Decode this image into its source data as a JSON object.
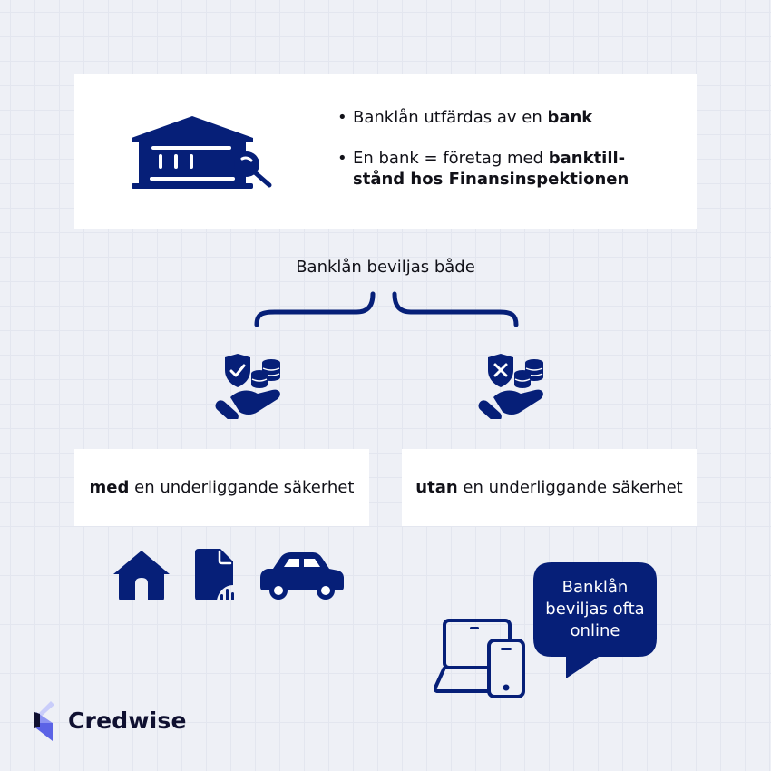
{
  "top_card": {
    "icon": "bank-search-icon",
    "bullets": [
      {
        "text": "Banklån utfärdas av en ",
        "bold": "bank",
        "tail": ""
      },
      {
        "text": "En bank = företag med ",
        "bold": "banktill-stånd hos Finansinspektionen",
        "tail": ""
      }
    ],
    "bullet_symbol": "•"
  },
  "split": {
    "label": "Banklån beviljas både",
    "options": [
      {
        "icon": "secured-loan-icon",
        "bold": "med",
        "text": " en underliggande säkerhet"
      },
      {
        "icon": "unsecured-loan-icon",
        "bold": "utan",
        "text": " en underliggande säkerhet"
      }
    ]
  },
  "collateral_icons": [
    "house-icon",
    "document-icon",
    "car-icon"
  ],
  "online": {
    "icon": "laptop-phone-icon",
    "bubble_text": "Banklån beviljas ofta online"
  },
  "brand": {
    "name": "Credwise",
    "logo": "credwise-logo-icon"
  },
  "colors": {
    "navy": "#061f78",
    "background": "#eef0f6",
    "card": "#ffffff",
    "text": "#111118",
    "logo_light": "#c9cdfa",
    "logo_mid": "#8c93f2",
    "logo_dark": "#5b63e6"
  }
}
